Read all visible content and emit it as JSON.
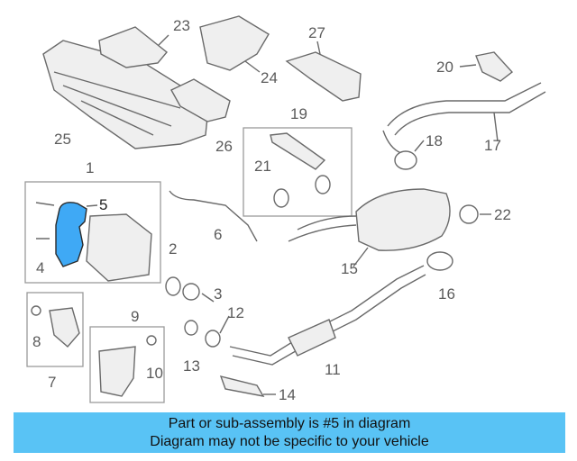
{
  "highlight_color": "#3fa9f5",
  "banner_color": "#59c3f5",
  "callouts": {
    "c1": "1",
    "c2": "2",
    "c3": "3",
    "c4": "4",
    "c5": "5",
    "c6": "6",
    "c7": "7",
    "c8": "8",
    "c9": "9",
    "c10": "10",
    "c11": "11",
    "c12": "12",
    "c13": "13",
    "c14": "14",
    "c15": "15",
    "c16": "16",
    "c17": "17",
    "c18": "18",
    "c19": "19",
    "c20": "20",
    "c21": "21",
    "c22": "22",
    "c23": "23",
    "c24": "24",
    "c25": "25",
    "c26": "26",
    "c27": "27"
  },
  "banner": {
    "line1": "Part or sub-assembly is #5 in diagram",
    "line2": "Diagram may not be specific to your vehicle"
  }
}
